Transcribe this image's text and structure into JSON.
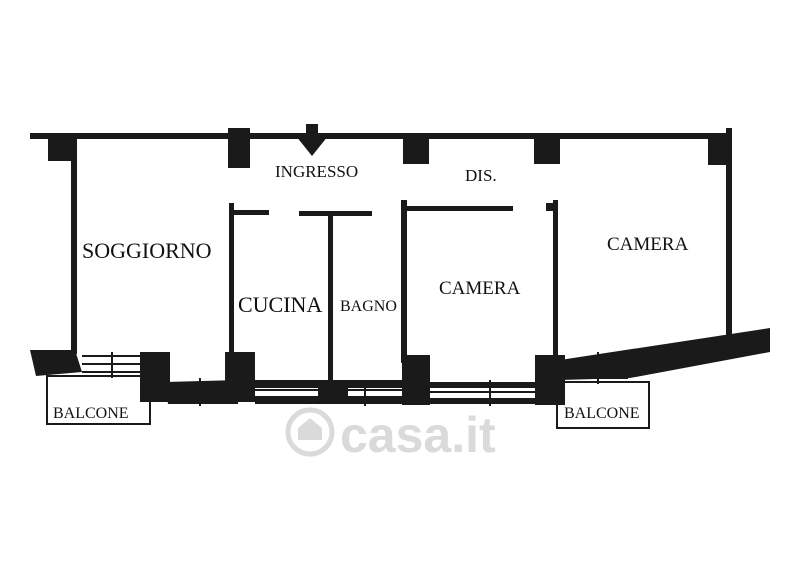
{
  "rooms": {
    "ingresso": "INGRESSO",
    "dis": "DIS.",
    "soggiorno": "SOGGIORNO",
    "cucina": "CUCINA",
    "bagno": "BAGNO",
    "camera_center": "CAMERA",
    "camera_right": "CAMERA",
    "balcone_left": "BALCONE",
    "balcone_right": "BALCONE"
  },
  "watermark": {
    "text": "casa.it"
  },
  "icons": {
    "entrance": "entrance-arrow-icon",
    "watermark_logo": "house-logo-icon"
  },
  "colors": {
    "wall": "#1a1a1a",
    "background": "#ffffff",
    "watermark": "#d6d6d6"
  }
}
